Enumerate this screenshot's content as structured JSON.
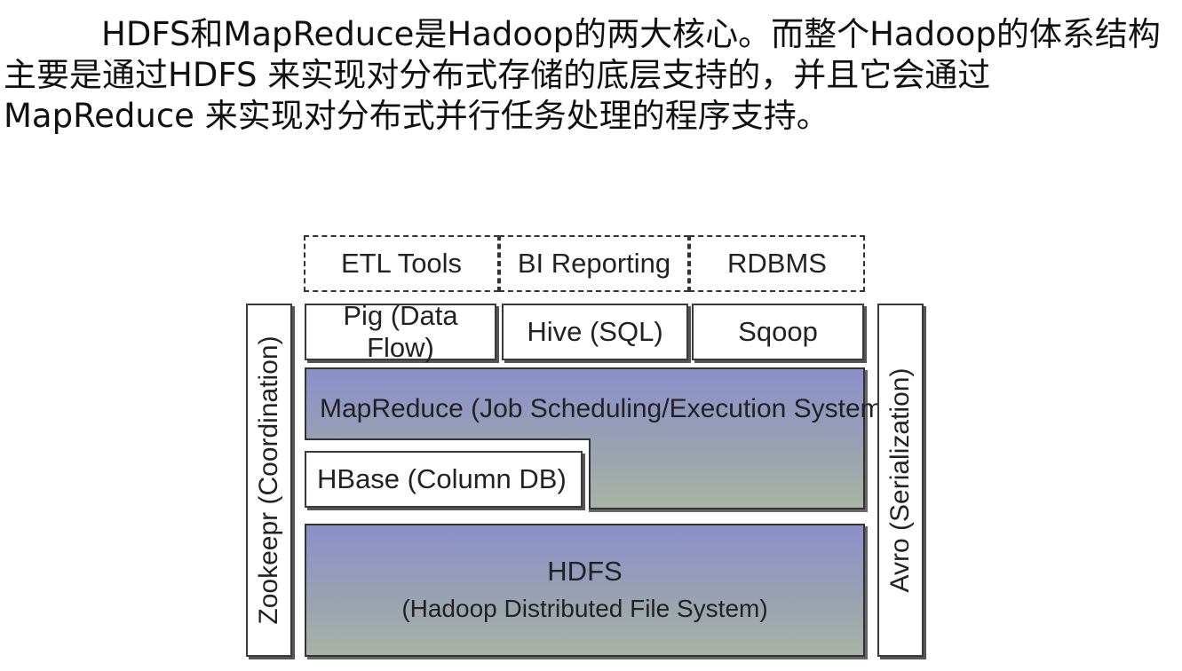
{
  "paragraph": {
    "line1": "HDFS和MapReduce是Hadoop的两大核心。而整个Hadoop的体系结构",
    "line2": "主要是通过HDFS 来实现对分布式存储的底层支持的，并且它会通过",
    "line3": "MapReduce 来实现对分布式并行任务处理的程序支持。"
  },
  "diagram": {
    "top_row": [
      "ETL Tools",
      "BI Reporting",
      "RDBMS"
    ],
    "second_row": [
      "Pig (Data Flow)",
      "Hive (SQL)",
      "Sqoop"
    ],
    "mapreduce": "MapReduce (Job Scheduling/Execution System)",
    "hbase": "HBase (Column DB)",
    "hdfs_title": "HDFS",
    "hdfs_subtitle": "(Hadoop Distributed File System)",
    "left_side": "Zookeepr (Coordination)",
    "right_side": "Avro (Serialization)",
    "colors": {
      "band_top": "#8b8fcb",
      "band_bottom": "#a9b3a5",
      "border": "#333333"
    }
  }
}
